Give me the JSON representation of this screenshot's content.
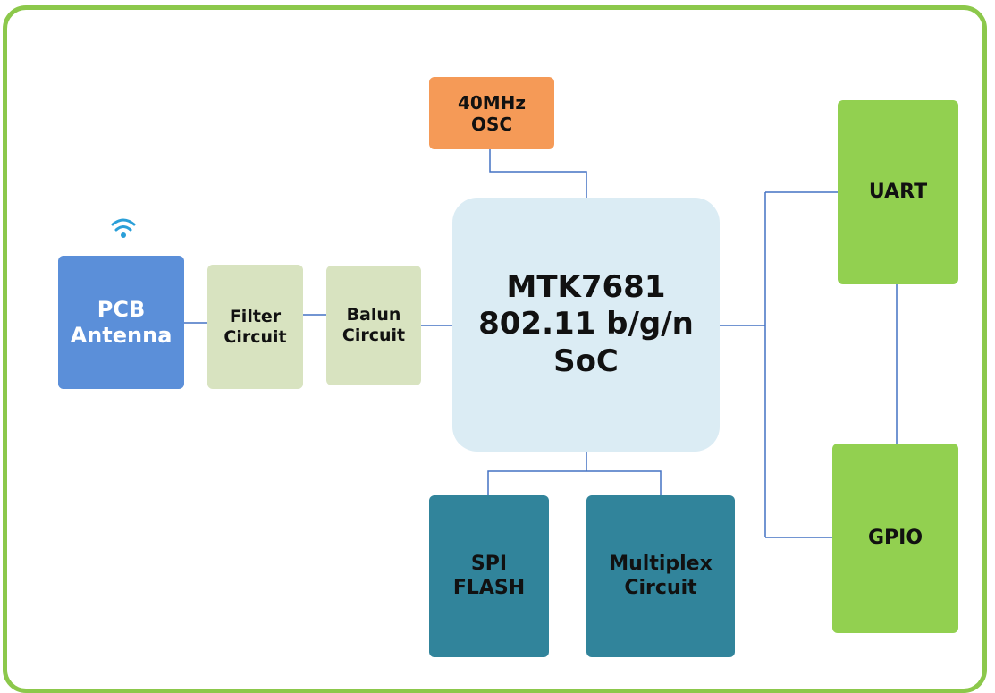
{
  "blocks": {
    "osc": "40MHz\nOSC",
    "soc": "MTK7681\n802.11 b/g/n\nSoC",
    "pcb_antenna": "PCB\nAntenna",
    "filter": "Filter\nCircuit",
    "balun": "Balun\nCircuit",
    "uart": "UART",
    "gpio": "GPIO",
    "spi_flash": "SPI\nFLASH",
    "multiplex": "Multiplex\nCircuit"
  },
  "colors": {
    "frame": "#8cc84b",
    "osc": "#f59a57",
    "soc": "#dbecf4",
    "antenna": "#5b8fd9",
    "rf_circuit": "#d8e3c0",
    "io": "#92d050",
    "memory": "#31849b",
    "wire": "#4472c4",
    "wifi_icon": "#2a9fd8"
  },
  "icons": {
    "wireless": "wifi-icon"
  }
}
